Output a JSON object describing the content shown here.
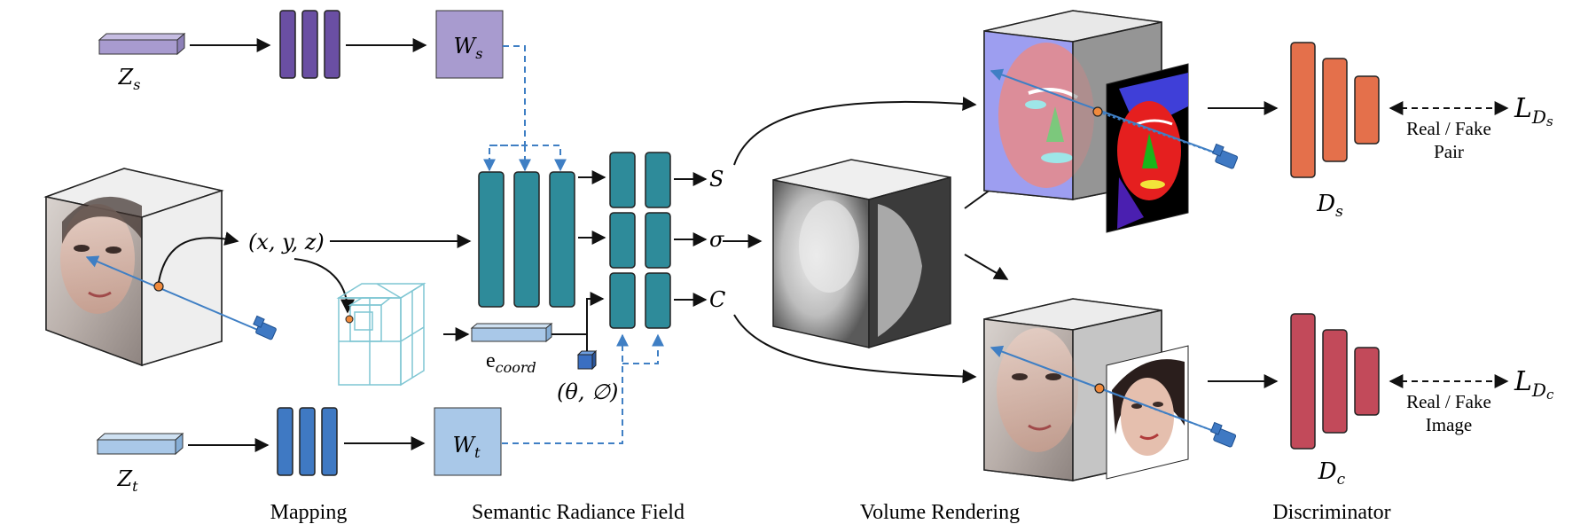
{
  "colors": {
    "style_purple": "#6a4fa3",
    "style_purple_light": "#a89bcf",
    "texture_blue": "#3f79c3",
    "texture_blue_light": "#a9c8e8",
    "teal": "#2e8b9a",
    "dashed_blue": "#3f7fc4",
    "orange_disc": "#e4704b",
    "red_disc": "#c24a5a",
    "point_orange": "#f08a3c"
  },
  "icons": [
    "camera-icon",
    "face-image",
    "semantic-mask-image",
    "depth-cube-image",
    "octree-grid"
  ],
  "labels": {
    "z_s": "Z",
    "z_s_sub": "s",
    "z_t": "Z",
    "z_t_sub": "t",
    "w_s": "W",
    "w_s_sub": "s",
    "w_t": "W",
    "w_t_sub": "t",
    "xyz": "(x, y, z)",
    "ecoord": "e",
    "ecoord_sub": "coord",
    "theta_phi": "(θ, ∅)",
    "s_out": "S",
    "sigma_out": "σ",
    "c_out": "C",
    "d_s": "D",
    "d_s_sub": "s",
    "d_c": "D",
    "d_c_sub": "c",
    "l_ds": "L",
    "l_ds_sub": "D",
    "l_ds_subsub": "s",
    "l_dc": "L",
    "l_dc_sub": "D",
    "l_dc_subsub": "c",
    "real_fake_pair_1": "Real / Fake",
    "real_fake_pair_2": "Pair",
    "real_fake_image_1": "Real / Fake",
    "real_fake_image_2": "Image"
  },
  "sections": {
    "mapping": "Mapping",
    "semantic_radiance_field": "Semantic Radiance Field",
    "volume_rendering": "Volume Rendering",
    "discriminator": "Discriminator"
  }
}
